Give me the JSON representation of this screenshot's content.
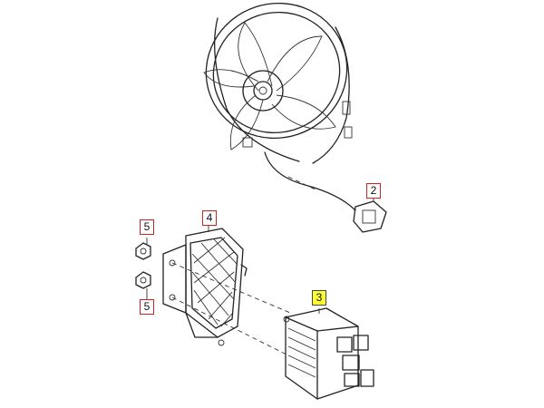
{
  "callouts": {
    "fan_connector": "2",
    "control_unit": "3",
    "bracket": "4",
    "nut_top": "5",
    "nut_bottom": "5"
  },
  "colors": {
    "callout_border": "#cc2222",
    "highlight": "#ffff33",
    "line": "#222222"
  }
}
